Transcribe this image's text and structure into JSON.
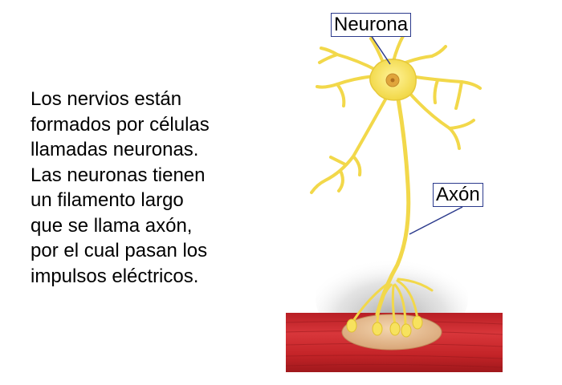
{
  "description": {
    "lines": [
      "Los nervios están",
      "formados por células",
      "llamadas neuronas.",
      "Las neuronas tienen",
      "un filamento largo",
      "que se llama axón,",
      "por el cual pasan los",
      "impulsos eléctricos."
    ]
  },
  "labels": {
    "neuron": "Neurona",
    "axon": "Axón"
  },
  "colors": {
    "neuron_fill": "#f5e25a",
    "neuron_edge": "#e0c030",
    "nucleus": "#d9a43c",
    "muscle": "#c8272c",
    "muscle_dark": "#9b1a1e",
    "leader_line": "#2b3a8c",
    "label_border": "#2b3a8c"
  }
}
